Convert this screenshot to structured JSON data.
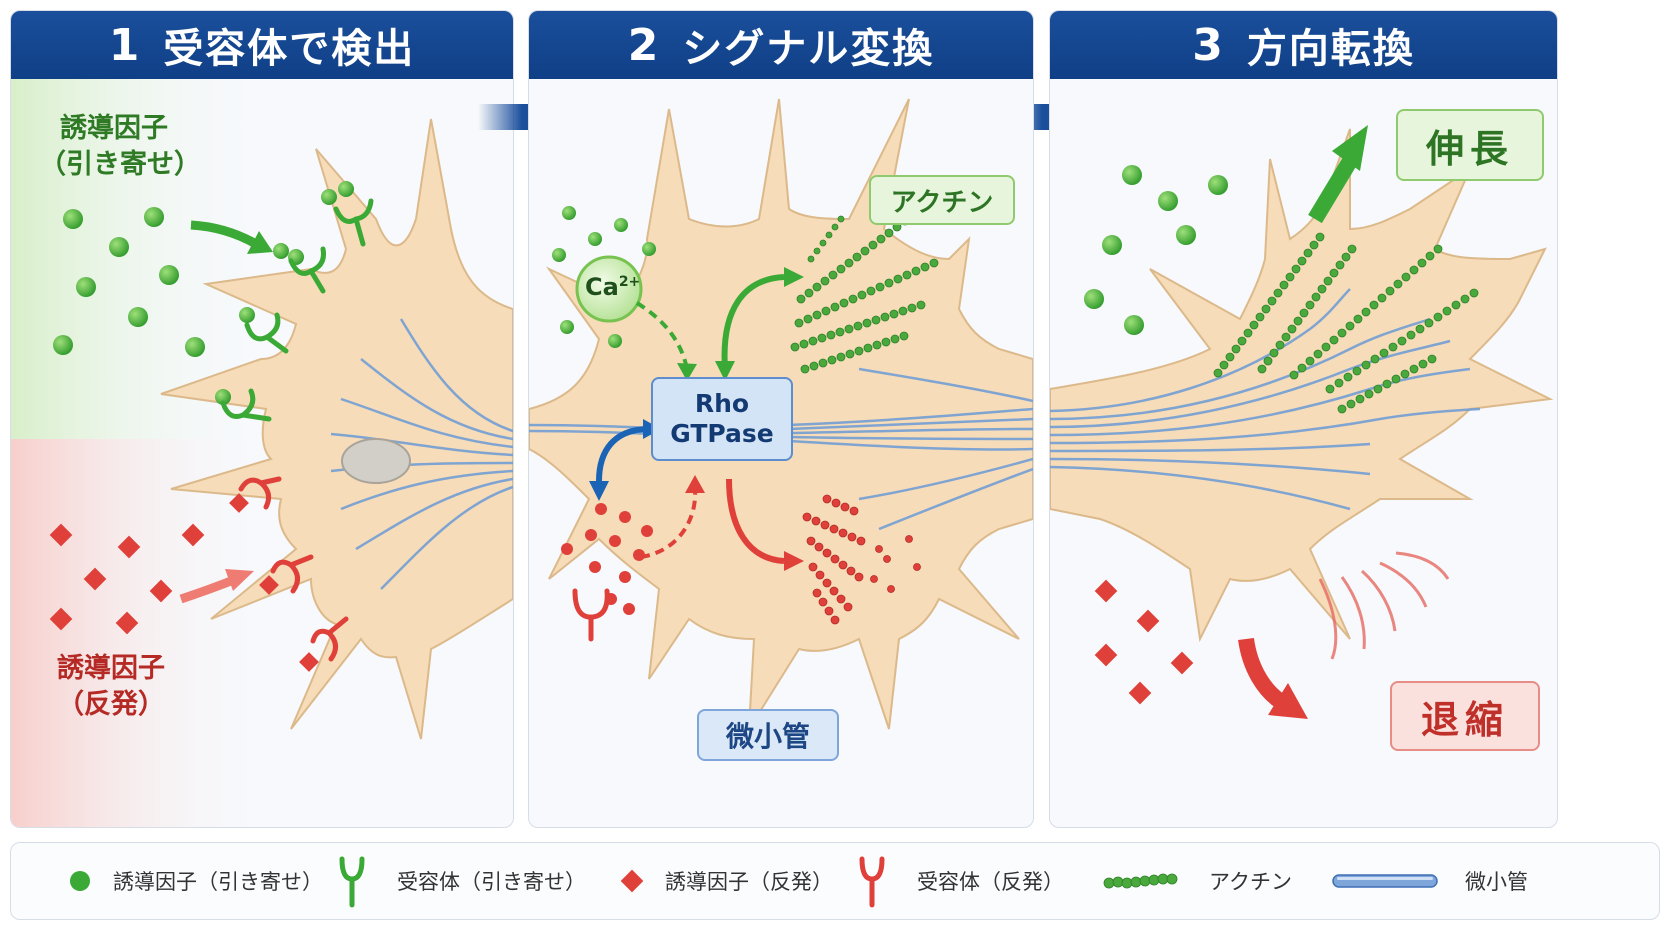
{
  "panels": [
    {
      "number": "1",
      "title": "受容体で検出"
    },
    {
      "number": "2",
      "title": "シグナル変換"
    },
    {
      "number": "3",
      "title": "方向転換"
    }
  ],
  "panel1": {
    "attract_label_line1": "誘導因子",
    "attract_label_line2": "（引き寄せ）",
    "repel_label_line1": "誘導因子",
    "repel_label_line2": "（反発）"
  },
  "panel2": {
    "calcium_label": "Ca",
    "calcium_charge": "2+",
    "rho_line1": "Rho",
    "rho_line2": "GTPase",
    "actin_tag": "アクチン",
    "microtubule_tag": "微小管"
  },
  "panel3": {
    "extend_tag": "伸長",
    "retract_tag": "退縮"
  },
  "legend": [
    {
      "icon": "green-circle-icon",
      "label": "誘導因子（引き寄せ）"
    },
    {
      "icon": "green-receptor-icon",
      "label": "受容体（引き寄せ）"
    },
    {
      "icon": "red-diamond-icon",
      "label": "誘導因子（反発）"
    },
    {
      "icon": "red-receptor-icon",
      "label": "受容体（反発）"
    },
    {
      "icon": "actin-chain-icon",
      "label": "アクチン"
    },
    {
      "icon": "microtubule-icon",
      "label": "微小管"
    }
  ],
  "colors": {
    "header_blue": "#14468f",
    "attract_green": "#3aa935",
    "repel_red": "#e0403a",
    "microtubule_blue": "#6b9bd6",
    "cell_fill": "#f6dcb8",
    "cell_edge": "#dcb98a"
  }
}
